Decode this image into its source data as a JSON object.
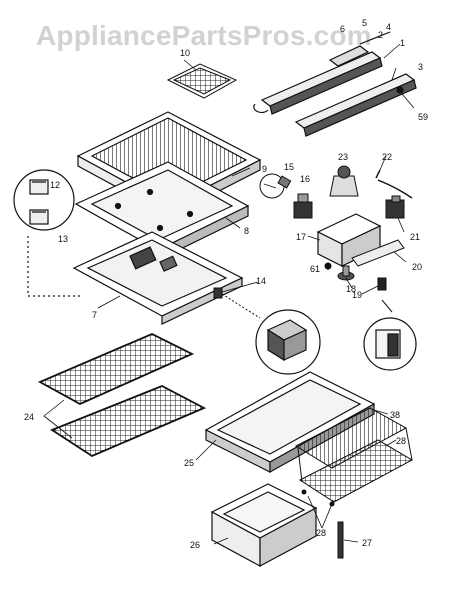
{
  "watermark": "AppliancePartsPros.com",
  "callouts": [
    "1",
    "2",
    "3",
    "4",
    "5",
    "6",
    "7",
    "8",
    "9",
    "10",
    "12",
    "13",
    "14",
    "15",
    "16",
    "17",
    "18",
    "19",
    "20",
    "21",
    "22",
    "23",
    "24",
    "25",
    "26",
    "27",
    "28",
    "28",
    "38",
    "59",
    "61"
  ]
}
